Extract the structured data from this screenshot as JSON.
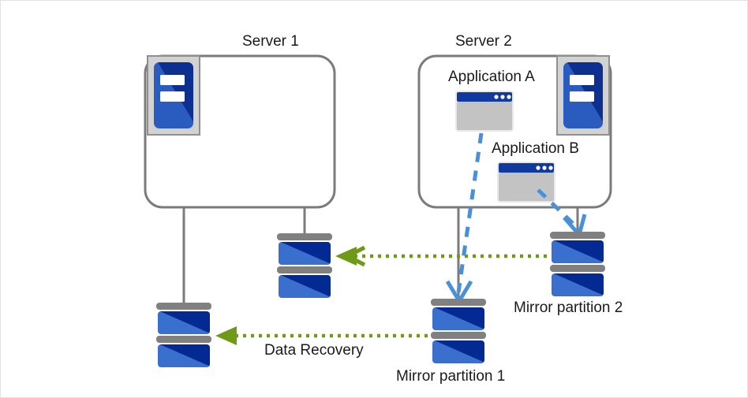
{
  "diagram": {
    "title_alt": "Mirror partition data recovery diagram",
    "colors": {
      "background": "#ffffff",
      "frame_border": "#e2e2e2",
      "box_outline": "#7b7b7b",
      "connector_line": "#7b7b7b",
      "disk_bar": "#808080",
      "disk_blue_light": "#3b6fce",
      "disk_blue_dark": "#022a92",
      "server_icon_frame": "#d2d2d2",
      "server_icon_blue_light": "#2a5cc0",
      "server_icon_blue_dark": "#0d2f8f",
      "app_titlebar": "#113a9e",
      "app_body": "#c3c3c3",
      "app_border": "#e8e8e8",
      "mirror_arrow": "#4a90d9",
      "recovery_arrow": "#6f9a17",
      "text": "#1a1a1a"
    },
    "servers": [
      {
        "id": "server-1",
        "label": "Server 1",
        "has_applications": false
      },
      {
        "id": "server-2",
        "label": "Server 2",
        "has_applications": true
      }
    ],
    "applications": [
      {
        "id": "application-a",
        "label": "Application A"
      },
      {
        "id": "application-b",
        "label": "Application B"
      }
    ],
    "disks": [
      {
        "id": "disk-server1-left",
        "label": ""
      },
      {
        "id": "disk-server1-right",
        "label": ""
      },
      {
        "id": "disk-mirror-1",
        "label": "Mirror partition 1"
      },
      {
        "id": "disk-mirror-2",
        "label": "Mirror partition 2"
      }
    ],
    "flows": [
      {
        "id": "flow-data-recovery",
        "label": "Data Recovery",
        "style": "dotted",
        "color": "#6f9a17",
        "direction": "right-to-left"
      },
      {
        "id": "flow-mirror-recovery",
        "label": "",
        "style": "dotted",
        "color": "#6f9a17",
        "direction": "right-to-left"
      },
      {
        "id": "flow-app-a-to-mirror-1",
        "label": "",
        "style": "dashed",
        "color": "#4a90d9",
        "direction": "down"
      },
      {
        "id": "flow-app-b-to-mirror-2",
        "label": "",
        "style": "dashed",
        "color": "#4a90d9",
        "direction": "down"
      }
    ]
  }
}
